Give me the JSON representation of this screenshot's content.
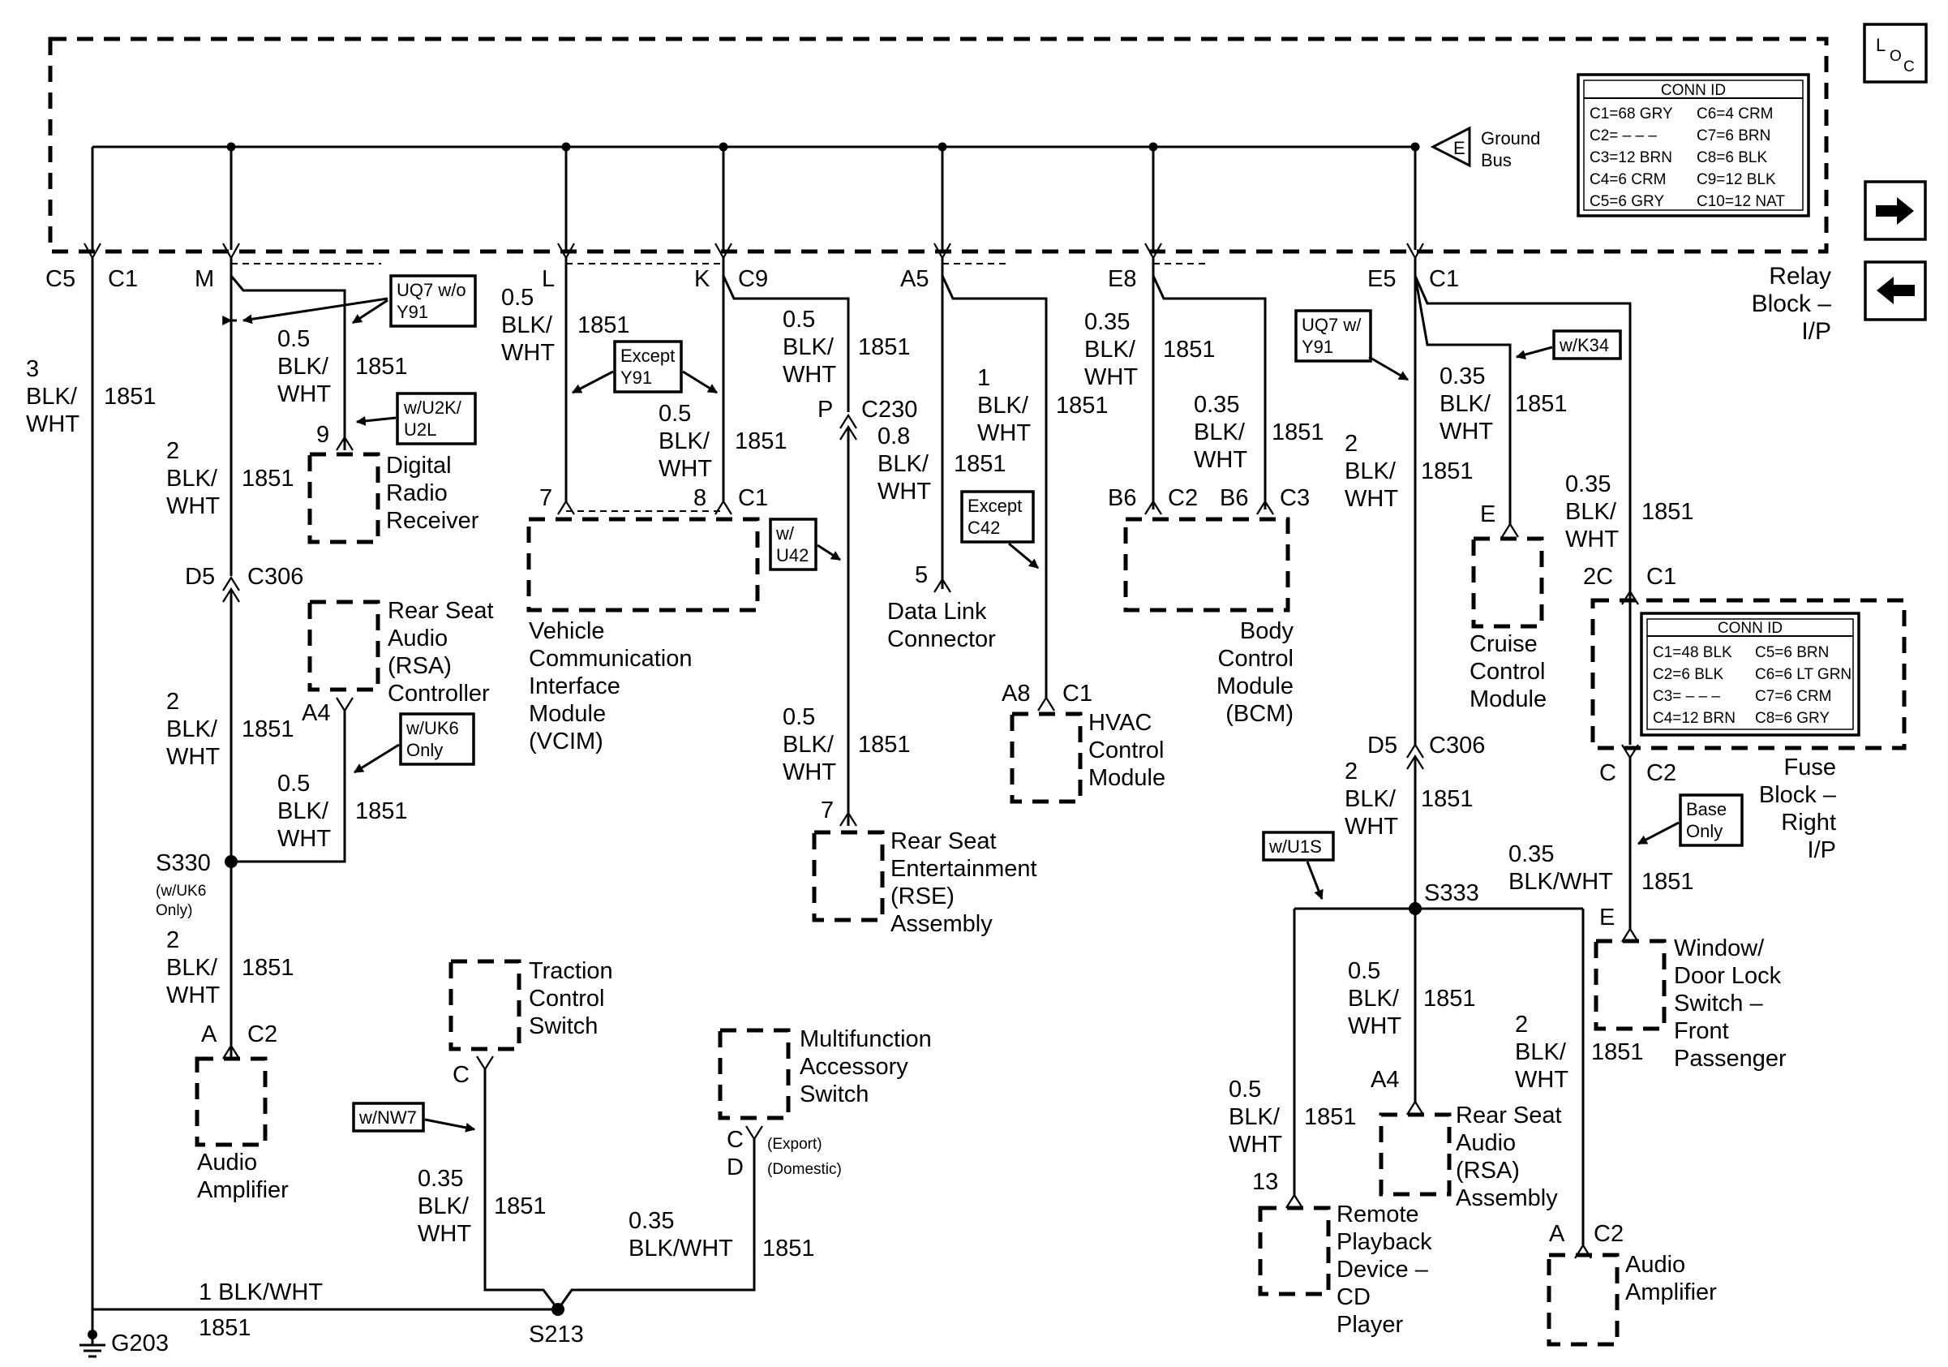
{
  "icons": {
    "loc": "loc-icon",
    "next": "arrow-right-icon",
    "prev": "arrow-left-icon"
  },
  "nav": {
    "loc_L": "L",
    "loc_O": "O",
    "loc_C": "C"
  },
  "top": {
    "ground_bus_letter": "E",
    "ground_bus_l1": "Ground",
    "ground_bus_l2": "Bus",
    "relay_block_l1": "Relay",
    "relay_block_l2": "Block –",
    "relay_block_l3": "I/P"
  },
  "conn_id_relay": {
    "title": "CONN ID",
    "left": [
      "C1=68 GRY",
      "C2= – – –",
      "C3=12 BRN",
      "C4=6 CRM",
      "C5=6 GRY"
    ],
    "right": [
      "C6=4 CRM",
      "C7=6 BRN",
      "C8=6 BLK",
      "C9=12 BLK",
      "C10=12 NAT"
    ]
  },
  "conn_id_fuse": {
    "title": "CONN ID",
    "left": [
      "C1=48 BLK",
      "C2=6 BLK",
      "C3= – – –",
      "C4=12 BRN"
    ],
    "right": [
      "C5=6 BRN",
      "C6=6 LT GRN",
      "C7=6 CRM",
      "C8=6 GRY"
    ]
  },
  "pins": {
    "c5": "C5",
    "c1a": "C1",
    "m": "M",
    "l": "L",
    "k": "K",
    "c9": "C9",
    "a5": "A5",
    "e8": "E8",
    "e5": "E5",
    "c1b": "C1",
    "p": "P",
    "c230": "C230",
    "pin9": "9",
    "d5a": "D5",
    "c306a": "C306",
    "a4a": "A4",
    "pin7a": "7",
    "pin8": "8",
    "c1c": "C1",
    "pin5": "5",
    "a8": "A8",
    "c1d": "C1",
    "b6a": "B6",
    "c2a": "C2",
    "b6b": "B6",
    "c3": "C3",
    "e_cruise": "E",
    "c2c": "2C",
    "c1e": "C1",
    "c_fuse": "C",
    "c2d": "C2",
    "d5b": "D5",
    "c306b": "C306",
    "e_win": "E",
    "pin7b": "7",
    "a_amp": "A",
    "c2b": "C2",
    "c_tcs": "C",
    "c_mfs": "C",
    "d_mfs": "D",
    "export": "(Export)",
    "domestic": "(Domestic)",
    "a4b": "A4",
    "pin13": "13",
    "a_amp2": "A",
    "c2e": "C2"
  },
  "wires": {
    "g_size": "3",
    "g_color_a": "BLK/",
    "g_color_b": "WHT",
    "g_circuit": "1851",
    "m_size": "0.5",
    "m_color_a": "BLK/",
    "m_color_b": "WHT",
    "m_circuit": "1851",
    "m2_size": "2",
    "m2_color_a": "BLK/",
    "m2_color_b": "WHT",
    "m2_circuit": "1851",
    "m3_size": "2",
    "m3_color_a": "BLK/",
    "m3_color_b": "WHT",
    "m3_circuit": "1851",
    "rsa_size": "0.5",
    "rsa_color_a": "BLK/",
    "rsa_color_b": "WHT",
    "rsa_circuit": "1851",
    "s330_size": "2",
    "s330_color_a": "BLK/",
    "s330_color_b": "WHT",
    "s330_circuit": "1851",
    "l_size": "0.5",
    "l_color_a": "BLK/",
    "l_color_b": "WHT",
    "l_circuit": "1851",
    "k_size": "0.5",
    "k_color_a": "BLK/",
    "k_color_b": "WHT",
    "k_circuit": "1851",
    "c9_size": "0.5",
    "c9_color_a": "BLK/",
    "c9_color_b": "WHT",
    "c9_circuit": "1851",
    "c230_size": "0.8",
    "c230_color_a": "BLK/",
    "c230_color_b": "WHT",
    "c230_circuit": "1851",
    "rse_size": "0.5",
    "rse_color_a": "BLK/",
    "rse_color_b": "WHT",
    "rse_circuit": "1851",
    "a5_size": "1",
    "a5_color_a": "BLK/",
    "a5_color_b": "WHT",
    "a5_circuit": "1851",
    "e8_size": "0.35",
    "e8_color_a": "BLK/",
    "e8_color_b": "WHT",
    "e8_circuit": "1851",
    "b6_size": "0.35",
    "b6_color_a": "BLK/",
    "b6_color_b": "WHT",
    "b6_circuit": "1851",
    "e5_size": "2",
    "e5_color_a": "BLK/",
    "e5_color_b": "WHT",
    "e5_circuit": "1851",
    "cr_size": "0.35",
    "cr_color_a": "BLK/",
    "cr_color_b": "WHT",
    "cr_circuit": "1851",
    "fb_size": "0.35",
    "fb_color_a": "BLK/",
    "fb_color_b": "WHT",
    "fb_circuit": "1851",
    "d5_size": "2",
    "d5_color_a": "BLK/",
    "d5_color_b": "WHT",
    "d5_circuit": "1851",
    "win_size": "0.35",
    "win_color": "BLK/WHT",
    "win_circuit": "1851",
    "s333_size": "0.5",
    "s333_color_a": "BLK/",
    "s333_color_b": "WHT",
    "s333_circuit": "1851",
    "amp2_size": "2",
    "amp2_color_a": "BLK/",
    "amp2_color_b": "WHT",
    "amp2_circuit": "1851",
    "cd_size": "0.5",
    "cd_color_a": "BLK/",
    "cd_color_b": "WHT",
    "cd_circuit": "1851",
    "tcs_size": "0.35",
    "tcs_color_a": "BLK/",
    "tcs_color_b": "WHT",
    "tcs_circuit": "1851",
    "mfs_size": "0.35",
    "mfs_color": "BLK/WHT",
    "mfs_circuit": "1851",
    "gnd_size": "1 BLK/WHT",
    "gnd_circuit": "1851"
  },
  "options": {
    "uq7_wo_1": "UQ7 w/o",
    "uq7_wo_2": "Y91",
    "u2k_1": "w/U2K/",
    "u2k_2": "U2L",
    "except_y91_1": "Except",
    "except_y91_2": "Y91",
    "u42_1": "w/",
    "u42_2": "U42",
    "except_c42_1": "Except",
    "except_c42_2": "C42",
    "uk6_1": "w/UK6",
    "uk6_2": "Only",
    "uq7_w_1": "UQ7 w/",
    "uq7_w_2": "Y91",
    "k34": "w/K34",
    "base_1": "Base",
    "base_2": "Only",
    "u1s": "w/U1S",
    "nw7": "w/NW7"
  },
  "splices": {
    "s330": "S330",
    "s330_n1": "(w/UK6",
    "s330_n2": "Only)",
    "s213": "S213",
    "s333": "S333",
    "g203": "G203"
  },
  "components": {
    "drr": [
      "Digital",
      "Radio",
      "Receiver"
    ],
    "rsa_ctrl": [
      "Rear Seat",
      "Audio",
      "(RSA)",
      "Controller"
    ],
    "vcim": [
      "Vehicle",
      "Communication",
      "Interface",
      "Module",
      "(VCIM)"
    ],
    "dlc": [
      "Data Link",
      "Connector"
    ],
    "hvac": [
      "HVAC",
      "Control",
      "Module"
    ],
    "bcm": [
      "Body",
      "Control",
      "Module",
      "(BCM)"
    ],
    "cruise": [
      "Cruise",
      "Control",
      "Module"
    ],
    "fuse": [
      "Fuse",
      "Block –",
      "Right",
      "I/P"
    ],
    "rse": [
      "Rear Seat",
      "Entertainment",
      "(RSE)",
      "Assembly"
    ],
    "amp1": [
      "Audio",
      "Amplifier"
    ],
    "tcs": [
      "Traction",
      "Control",
      "Switch"
    ],
    "mfs": [
      "Multifunction",
      "Accessory",
      "Switch"
    ],
    "window": [
      "Window/",
      "Door Lock",
      "Switch –",
      "Front",
      "Passenger"
    ],
    "rsa_asm": [
      "Rear Seat",
      "Audio",
      "(RSA)",
      "Assembly"
    ],
    "cd": [
      "Remote",
      "Playback",
      "Device –",
      "CD",
      "Player"
    ],
    "amp2": [
      "Audio",
      "Amplifier"
    ]
  }
}
